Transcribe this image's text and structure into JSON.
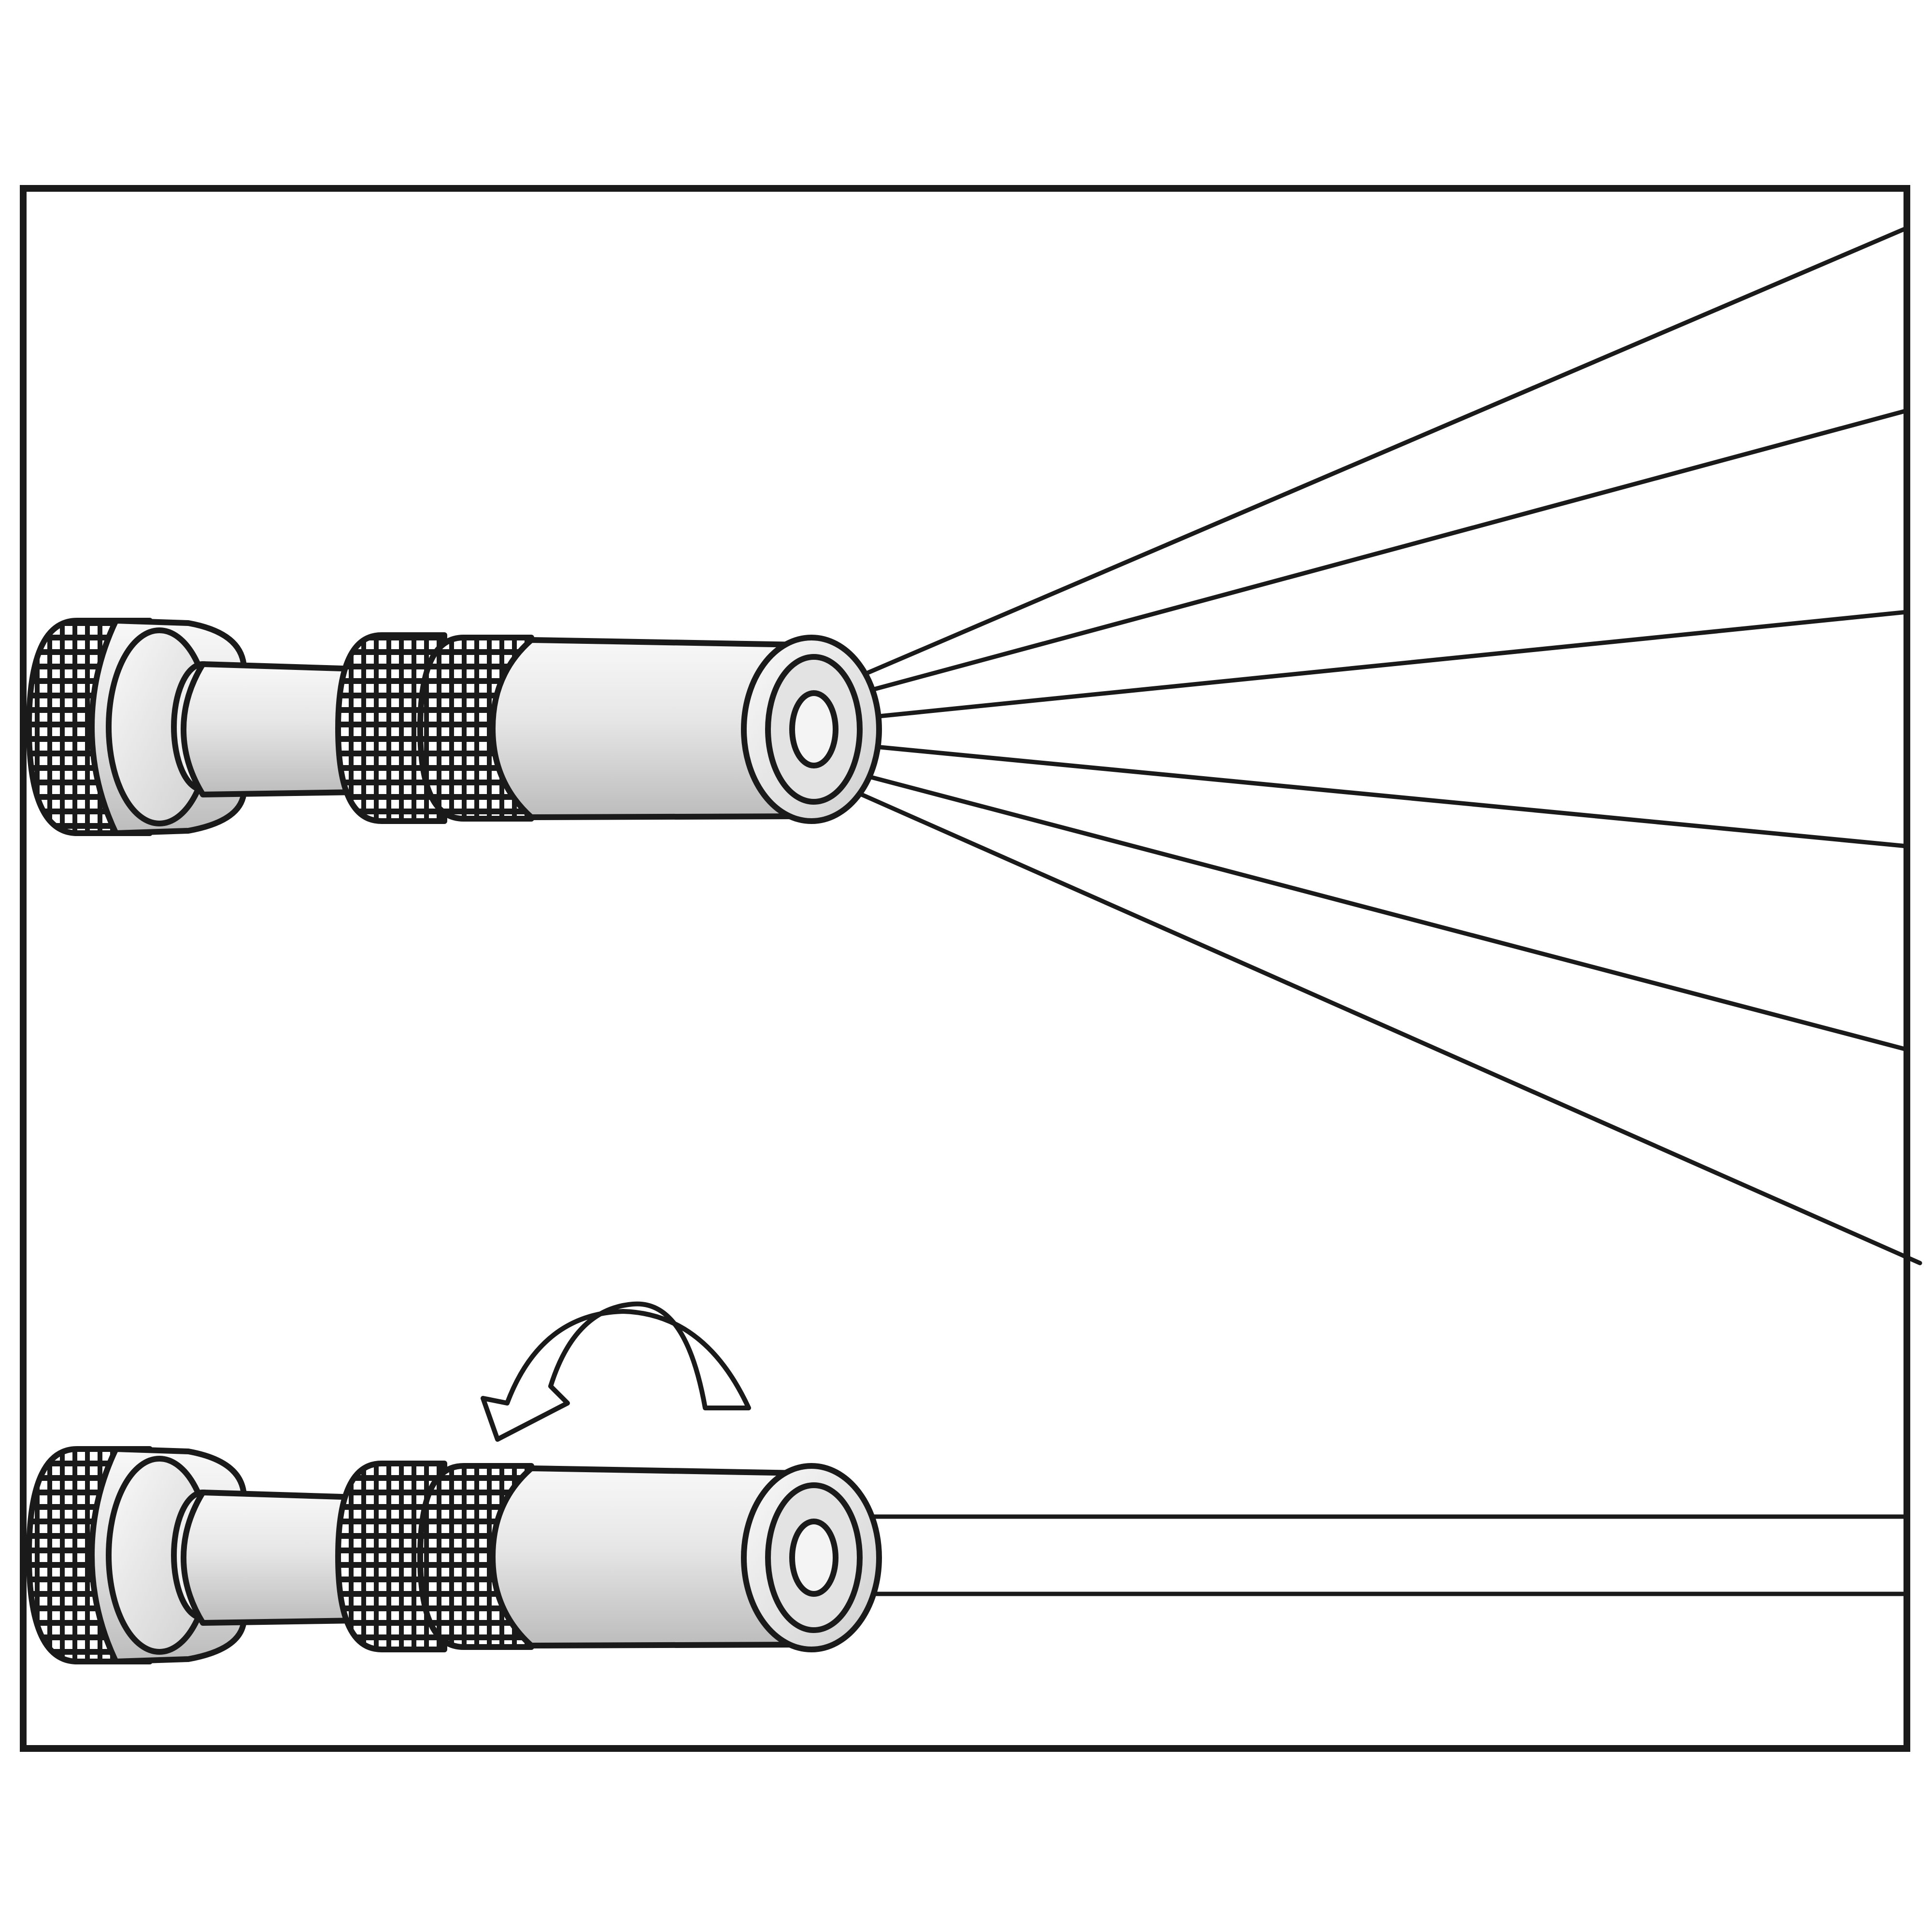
{
  "figure": {
    "panels": [
      {
        "id": "spray",
        "mode": "spray",
        "nozzle_part": "hose-nozzle-top",
        "stream_pattern": "fan",
        "stream_count": 6
      },
      {
        "id": "jet",
        "mode": "jet",
        "nozzle_part": "hose-nozzle-bottom",
        "stream_pattern": "straight",
        "stream_count": 2,
        "rotation_indicator": "rotate-arrow-icon"
      }
    ],
    "colors": {
      "line": "#1a1a1a",
      "background": "#ffffff",
      "metal_light": "#f6f6f6",
      "metal_dark": "#bdbdbd"
    }
  }
}
